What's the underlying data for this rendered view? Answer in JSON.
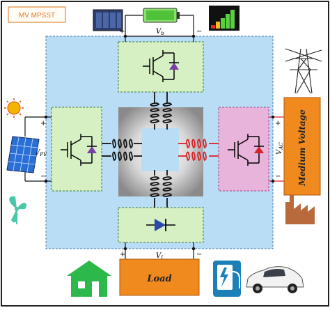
{
  "title": "MV MPSST",
  "labels": {
    "vb": "V",
    "vb_sub": "b",
    "vpv": "V",
    "vpv_sub": "PV",
    "vac": "V",
    "vac_sub": "AC",
    "vl": "V",
    "vl_sub": "L",
    "plus": "+",
    "minus": "−"
  },
  "load_label": "Load",
  "grid_label": "Medium Voltage",
  "colors": {
    "panel_blue": "#b9ddf4",
    "module_green": "#d6f0c4",
    "module_pink": "#e8b4dc",
    "orange_box": "#f08a1e",
    "house_green": "#2db84b"
  },
  "icons": [
    "battery-pack-icon",
    "battery-cell-icon",
    "battery-level-icon",
    "sun-icon",
    "solar-panel-icon",
    "wind-turbine-icon",
    "transmission-tower-icon",
    "factory-icon",
    "house-icon",
    "ev-charger-icon",
    "electric-car-icon"
  ]
}
